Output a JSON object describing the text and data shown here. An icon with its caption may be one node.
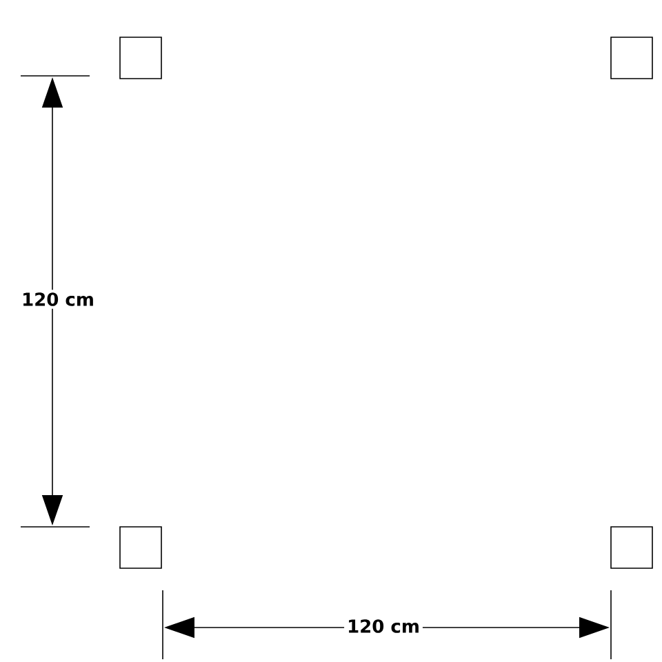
{
  "diagram": {
    "nodes": [
      {
        "text": [],
        "shape": "box"
      },
      {
        "text": [],
        "shape": "box"
      },
      {
        "text": [],
        "shape": "box"
      },
      {
        "text": [],
        "shape": "box"
      }
    ],
    "labels": [
      "120 cm",
      "120 cm"
    ]
  }
}
